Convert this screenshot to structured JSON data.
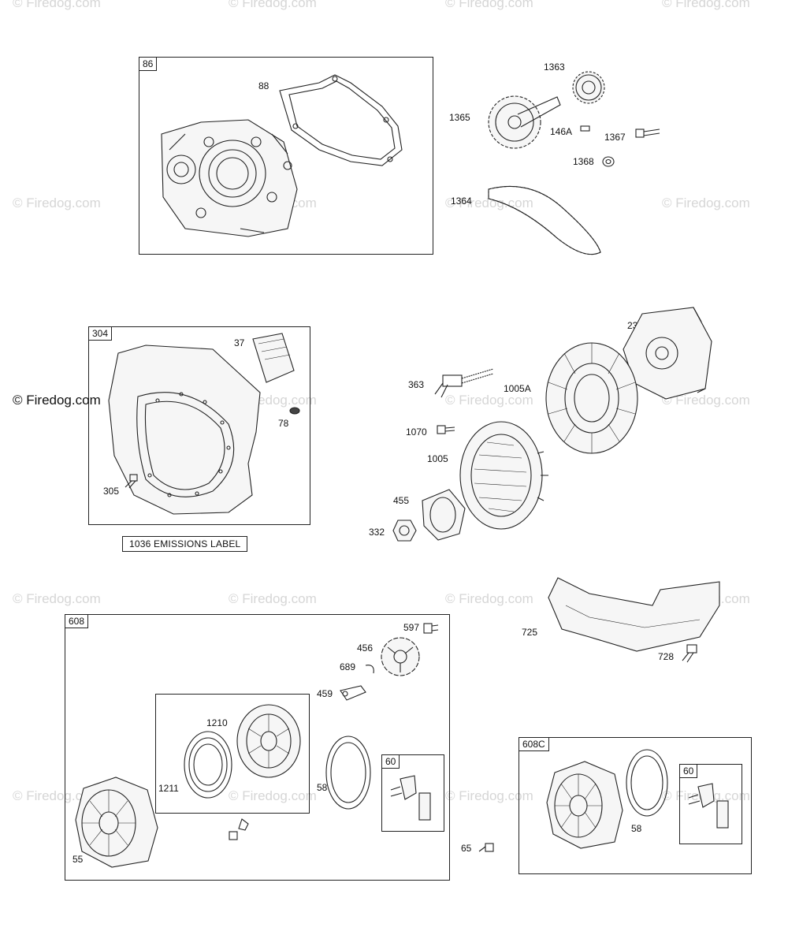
{
  "watermark": "© Firedog.com",
  "emissions_label": "1036 EMISSIONS LABEL",
  "boxes": {
    "b86": "86",
    "b304": "304",
    "b608": "608",
    "b608c": "608C",
    "b60a": "60",
    "b60b": "60"
  },
  "parts": {
    "p88": "88",
    "p1363": "1363",
    "p1365": "1365",
    "p146a": "146A",
    "p1367": "1367",
    "p1368": "1368",
    "p1364": "1364",
    "p37": "37",
    "p78": "78",
    "p305": "305",
    "p23": "23",
    "p363": "363",
    "p1005a": "1005A",
    "p1070": "1070",
    "p1005": "1005",
    "p455": "455",
    "p332": "332",
    "p725": "725",
    "p728": "728",
    "p597": "597",
    "p456": "456",
    "p689": "689",
    "p459": "459",
    "p1210": "1210",
    "p1211": "1211",
    "p58a": "58",
    "p55": "55",
    "p65": "65",
    "p58b": "58"
  }
}
